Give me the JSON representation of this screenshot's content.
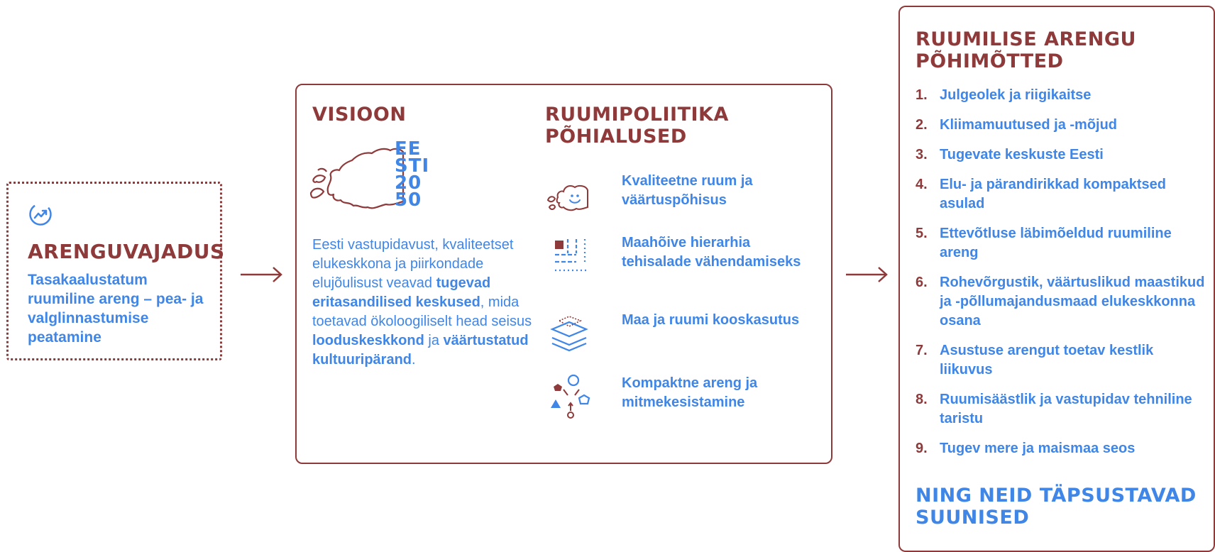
{
  "colors": {
    "maroon": "#8f3a3a",
    "blue": "#3f86e6"
  },
  "need": {
    "icon": "trending-up-circle-icon",
    "title": "ARENGUVAJADUS",
    "text": "Tasakaalustatum ruumiline areng – pea- ja valglinnastumise peatamine"
  },
  "vision": {
    "title": "VISIOON",
    "logo": {
      "map_icon": "estonia-map-icon",
      "line1": "EE",
      "line2": "STI",
      "line3": "20",
      "line4": "50"
    },
    "text": {
      "t1": "Eesti vastupidavust, kvaliteetset elukeskkona ja piirkondade elujõulisust veavad ",
      "b1": "tugevad eritasandilised keskused",
      "t2": ", mida toetavad ökoloogiliselt head seisus ",
      "b2": "looduskeskkond",
      "t3": " ja ",
      "b3": "väärtustatud kultuuripärand",
      "t4": "."
    }
  },
  "policy": {
    "title": "RUUMIPOLIITIKA PÕHIALUSED",
    "items": [
      {
        "icon": "smiling-map-icon",
        "label": "Kvaliteetne ruum ja väärtuspõhisus"
      },
      {
        "icon": "grid-hierarchy-icon",
        "label": "Maahõive hierarhia tehisalade vähendamiseks"
      },
      {
        "icon": "layers-icon",
        "label": "Maa ja ruumi kooskasutus"
      },
      {
        "icon": "shapes-converging-icon",
        "label": "Kompaktne areng ja mitmekesistamine"
      }
    ]
  },
  "principles": {
    "title": "RUUMILISE ARENGU PÕHIMÕTTED",
    "items": [
      {
        "num": "1.",
        "label": "Julgeolek ja riigikaitse"
      },
      {
        "num": "2.",
        "label": "Kliimamuutused ja -mõjud"
      },
      {
        "num": "3.",
        "label": "Tugevate keskuste Eesti"
      },
      {
        "num": "4.",
        "label": "Elu- ja pärandirikkad kompaktsed asulad"
      },
      {
        "num": "5.",
        "label": "Ettevõtluse läbimõeldud ruumiline areng"
      },
      {
        "num": "6.",
        "label": "Rohevõrgustik, väärtuslikud maastikud ja -põllumajandusmaad elukeskkonna osana"
      },
      {
        "num": "7.",
        "label": "Asustuse arengut toetav kestlik liikuvus"
      },
      {
        "num": "8.",
        "label": "Ruumisäästlik ja vastupidav tehniline taristu"
      },
      {
        "num": "9.",
        "label": "Tugev mere ja maismaa seos"
      }
    ],
    "guidelines_title": "NING NEID TÄPSUSTAVAD SUUNISED"
  },
  "arrows": [
    "arrow-right-icon",
    "arrow-right-icon"
  ]
}
